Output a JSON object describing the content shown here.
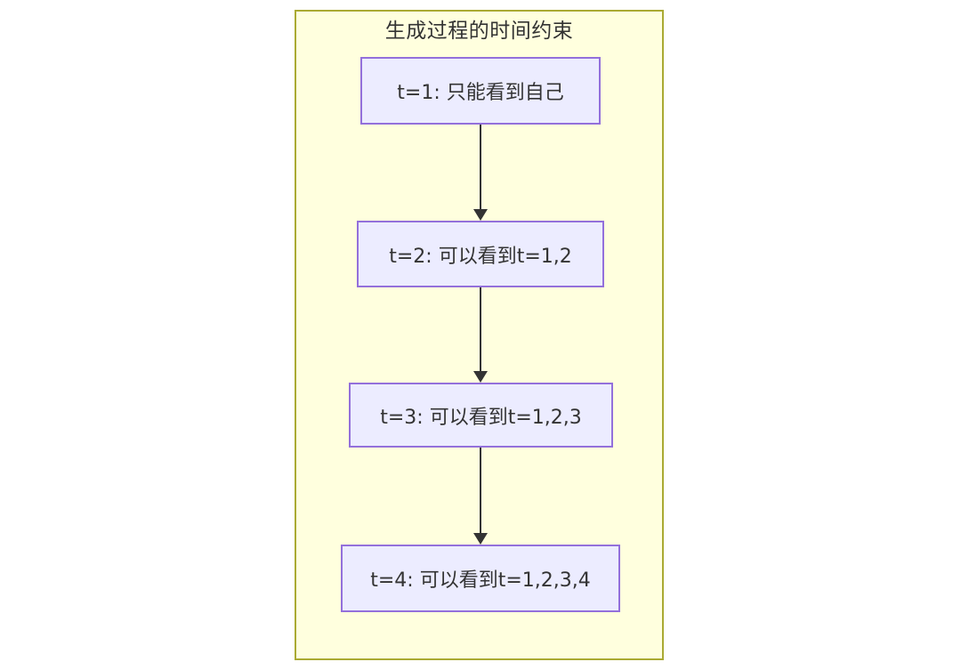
{
  "diagram": {
    "type": "flowchart",
    "direction": "top-down",
    "cluster": {
      "title": "生成过程的时间约束"
    },
    "nodes": [
      {
        "id": "t1",
        "label": "t=1: 只能看到自己"
      },
      {
        "id": "t2",
        "label": "t=2: 可以看到t=1,2"
      },
      {
        "id": "t3",
        "label": "t=3: 可以看到t=1,2,3"
      },
      {
        "id": "t4",
        "label": "t=4: 可以看到t=1,2,3,4"
      }
    ],
    "edges": [
      {
        "from": "t1",
        "to": "t2",
        "style": "arrow"
      },
      {
        "from": "t2",
        "to": "t3",
        "style": "arrow"
      },
      {
        "from": "t3",
        "to": "t4",
        "style": "arrow"
      }
    ],
    "colors": {
      "cluster_fill": "#ffffde",
      "cluster_border": "#aaaa33",
      "node_fill": "#ECECFF",
      "node_border": "#9370DB",
      "arrow": "#333333",
      "text": "#333333",
      "page_background": "#ffffff"
    }
  }
}
